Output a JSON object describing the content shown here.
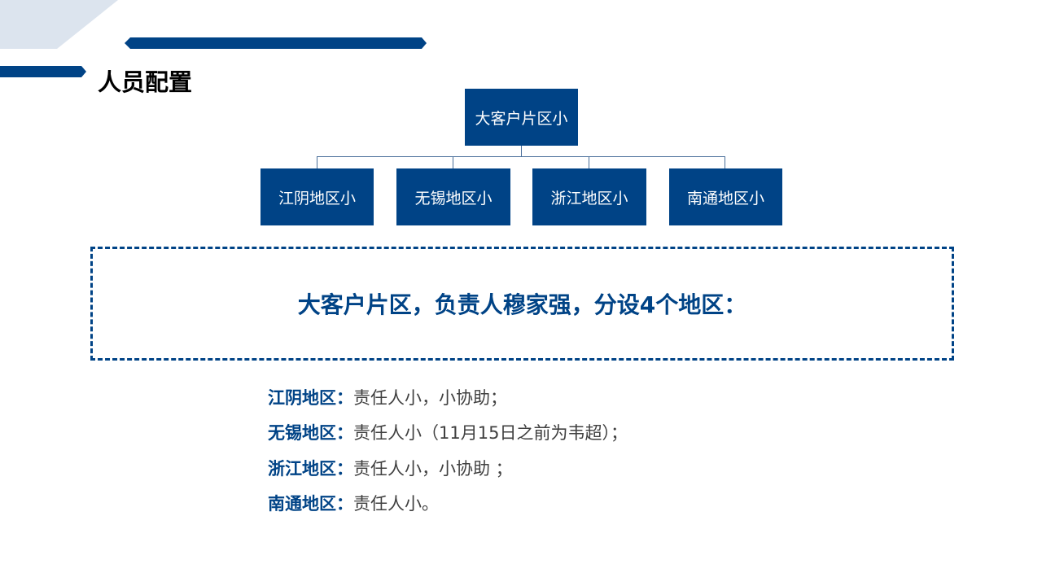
{
  "title": "人员配置",
  "org": {
    "root": "大客户片区小",
    "children": [
      "江阴地区小",
      "无锡地区小",
      "浙江地区小",
      "南通地区小"
    ]
  },
  "summary": "大客户片区，负责人穆家强，分设4个地区：",
  "details": [
    {
      "region": "江阴地区：",
      "text": "责任人小，小协助；"
    },
    {
      "region": "无锡地区：",
      "text": "责任人小（11月15日之前为韦超）；"
    },
    {
      "region": "浙江地区：",
      "text": "责任人小，小协助 ；"
    },
    {
      "region": "南通地区：",
      "text": "责任人小。"
    }
  ]
}
